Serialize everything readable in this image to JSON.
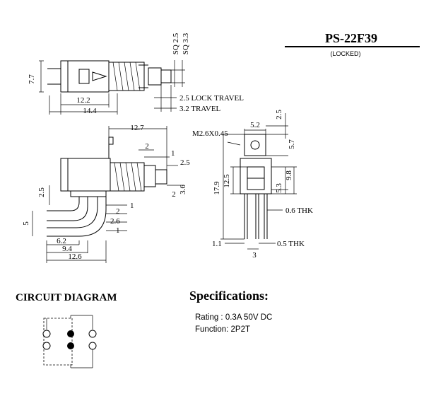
{
  "header": {
    "part_number": "PS-22F39",
    "variant": "(LOCKED)"
  },
  "top_view": {
    "height_label": "7.7",
    "sq_small": "SQ 2.5",
    "sq_large": "SQ 3.3",
    "body_len": "12.2",
    "total_len": "14.4",
    "lock_travel": "2.5 LOCK TRAVEL",
    "travel": "3.2 TRAVEL"
  },
  "side_view": {
    "dim_12_7": "12.7",
    "dim_2_top": "2",
    "dim_1_top": "1",
    "dim_2_5_right": "2.5",
    "dim_2_mid": "2",
    "dim_3_6": "3.6",
    "dim_2_5_left": "2.5",
    "dim_1_a": "1",
    "dim_2_b": "2",
    "dim_2_6": "2.6",
    "dim_1_b": "1",
    "dim_5": "5",
    "dim_6_2": "6.2",
    "dim_9_4": "9.4",
    "dim_12_6": "12.6"
  },
  "front_view": {
    "thread": "M2.6X0.45",
    "dim_5_2": "5.2",
    "dim_2_5": "2.5",
    "dim_5_7": "5.7",
    "dim_17_9": "17.9",
    "dim_12_5": "12.5",
    "dim_5_3": "5.3",
    "dim_9_8": "9.8",
    "thk_top": "0.6 THK",
    "dim_1_1": "1.1",
    "thk_bottom": "0.5 THK",
    "dim_3": "3"
  },
  "circuit": {
    "heading": "CIRCUIT DIAGRAM"
  },
  "specs": {
    "heading": "Specifications:",
    "rating": "Rating : 0.3A 50V DC",
    "function": "Function: 2P2T"
  }
}
